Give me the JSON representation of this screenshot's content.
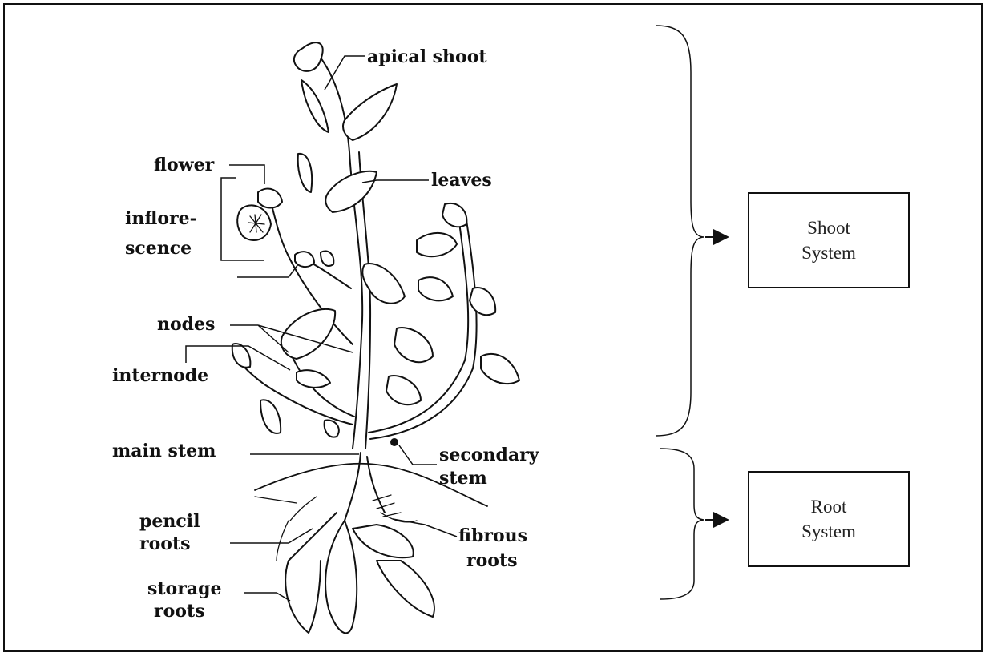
{
  "labels": {
    "apical_shoot": "apical shoot",
    "leaves": "leaves",
    "flower": "flower",
    "inflorescence_1": "inflore-",
    "inflorescence_2": "scence",
    "nodes": "nodes",
    "internode": "internode",
    "main_stem": "main stem",
    "secondary_stem_1": "secondary",
    "secondary_stem_2": "stem",
    "pencil_roots_1": "pencil",
    "pencil_roots_2": "roots",
    "fibrous_roots_1": "fibrous",
    "fibrous_roots_2": "roots",
    "storage_roots_1": "storage",
    "storage_roots_2": "roots"
  },
  "systems": {
    "shoot": {
      "line1": "Shoot",
      "line2": "System"
    },
    "root": {
      "line1": "Root",
      "line2": "System"
    }
  },
  "icons": {
    "arrow": "right-arrow-icon",
    "bracket": "curly-bracket-icon",
    "plant": "sweet-potato-plant-illustration"
  }
}
